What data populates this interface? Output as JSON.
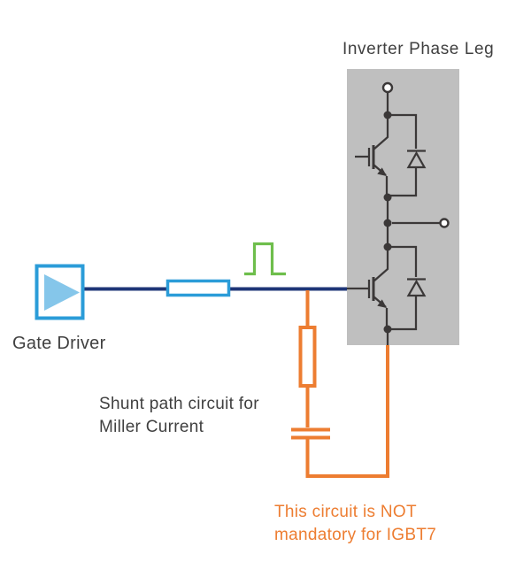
{
  "colors": {
    "accent-blue": "#2B9CD8",
    "fill-blue": "#85C6EA",
    "wire-navy": "#1E3577",
    "pulse-green": "#6EBE4C",
    "shunt-orange": "#ED7D31",
    "box-gray": "#BFBFBF",
    "symbol-dark": "#3B3838",
    "label-gray": "#404040",
    "page-bg": "#FFFFFF"
  },
  "diagram": {
    "inverter": {
      "title": "Inverter Phase Leg"
    },
    "gate_driver": {
      "label": "Gate Driver"
    },
    "shunt": {
      "caption_line1": "Shunt path circuit for",
      "caption_line2": "Miller Current"
    },
    "note": {
      "line1": "This circuit is NOT",
      "line2": "mandatory for IGBT7"
    }
  }
}
